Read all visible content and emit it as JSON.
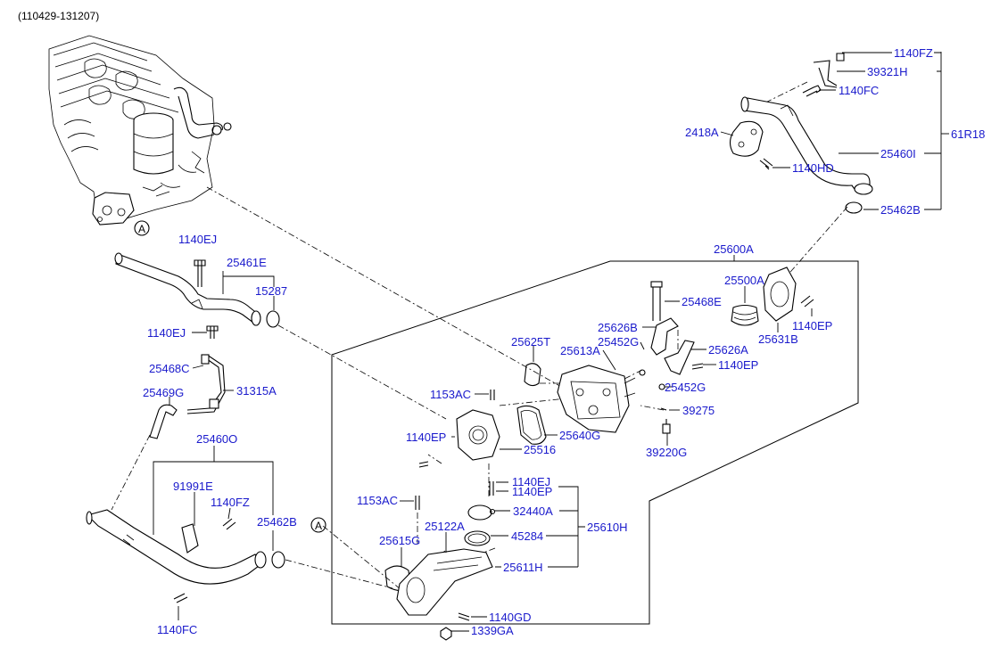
{
  "header": {
    "code": "(110429-131207)"
  },
  "callouts": {
    "a1": "A",
    "a2": "A"
  },
  "labels": {
    "l1140FZ_top": "1140FZ",
    "l39321H": "39321H",
    "l1140FC_top": "1140FC",
    "l61R18": "61R18",
    "l2418A": "2418A",
    "l25460I": "25460I",
    "l1140HD": "1140HD",
    "l25462B_top": "25462B",
    "l25600A": "25600A",
    "l1140EJ_a": "1140EJ",
    "l25461E": "25461E",
    "l15287": "15287",
    "l25500A": "25500A",
    "l25468E": "25468E",
    "l1140EP_r": "1140EP",
    "l25631B": "25631B",
    "l25626B": "25626B",
    "l25452G_a": "25452G",
    "l25625T": "25625T",
    "l25613A": "25613A",
    "l25626A": "25626A",
    "l1140EP_r2": "1140EP",
    "l1140EJ_b": "1140EJ",
    "l25468C": "25468C",
    "l31315A": "31315A",
    "l25469G": "25469G",
    "l25452G_b": "25452G",
    "l1153AC_a": "1153AC",
    "l39275": "39275",
    "l1140EP_l": "1140EP",
    "l25640G": "25640G",
    "l25516": "25516",
    "l39220G": "39220G",
    "l25460O": "25460O",
    "l91991E": "91991E",
    "l1140EJ_c": "1140EJ",
    "l1140EP_c": "1140EP",
    "l1153AC_b": "1153AC",
    "l1140FZ_b": "1140FZ",
    "l32440A": "32440A",
    "l25462B_b": "25462B",
    "l25122A": "25122A",
    "l45284": "45284",
    "l25610H": "25610H",
    "l25615G": "25615G",
    "l25611H": "25611H",
    "l1140GD": "1140GD",
    "l1339GA": "1339GA",
    "l1140FC_b": "1140FC"
  }
}
